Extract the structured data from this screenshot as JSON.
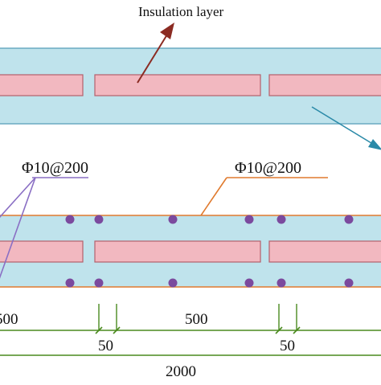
{
  "labels": {
    "insulation": "Insulation layer",
    "rebar_left": "Φ10@200",
    "rebar_right": "Φ10@200"
  },
  "dimensions": {
    "left_segment": "500",
    "middle_segment": "500",
    "gap_left": "50",
    "gap_right": "50",
    "total": "2000"
  },
  "colors": {
    "slab_fill": "#bfe3ec",
    "slab_stroke": "#6aaac2",
    "insulation_fill": "#f2b8c0",
    "insulation_stroke": "#b4606c",
    "rebar_dot": "#7b4a9e",
    "leader_orange": "#e07a2e",
    "leader_purple": "#8a6fc4",
    "arrow_red": "#8b2b22",
    "arrow_teal": "#2b8aa8",
    "dimension_green": "#4a8a1f"
  }
}
